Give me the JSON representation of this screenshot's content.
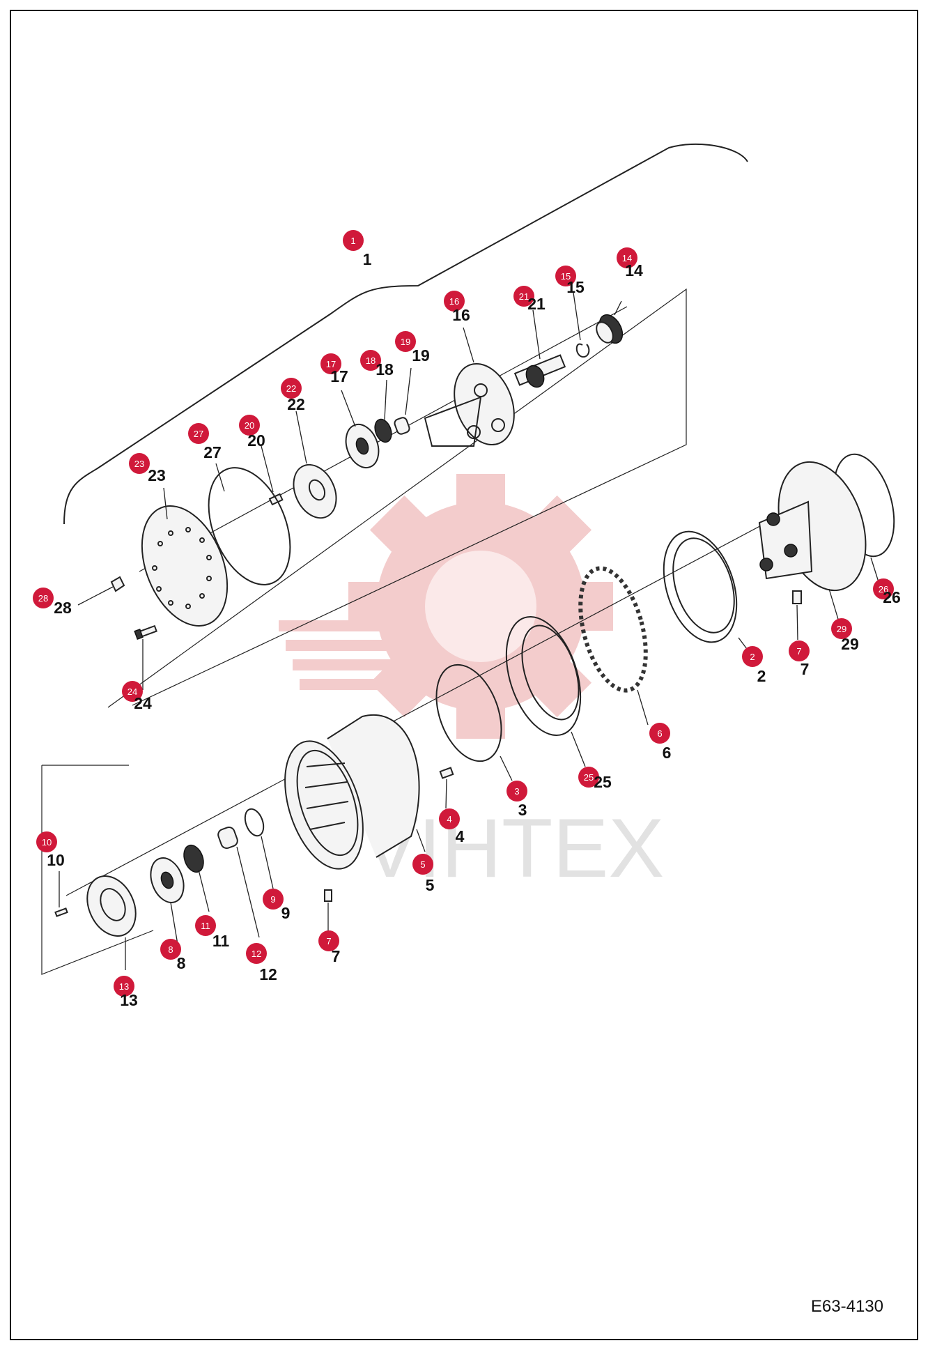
{
  "drawing": {
    "code": "E63-4130",
    "watermark": "VIHTEX",
    "accent_color": "#d0193a",
    "watermark_color": "#f2c4c4"
  },
  "callouts": [
    {
      "badge": "1",
      "label": "1"
    },
    {
      "badge": "14",
      "label": "14"
    },
    {
      "badge": "15",
      "label": "15"
    },
    {
      "badge": "21",
      "label": "21"
    },
    {
      "badge": "16",
      "label": "16"
    },
    {
      "badge": "19",
      "label": "19"
    },
    {
      "badge": "18",
      "label": "18"
    },
    {
      "badge": "17",
      "label": "17"
    },
    {
      "badge": "22",
      "label": "22"
    },
    {
      "badge": "20",
      "label": "20"
    },
    {
      "badge": "27",
      "label": "27"
    },
    {
      "badge": "23",
      "label": "23"
    },
    {
      "badge": "28",
      "label": "28"
    },
    {
      "badge": "24",
      "label": "24"
    },
    {
      "badge": "26",
      "label": "26"
    },
    {
      "badge": "29",
      "label": "29"
    },
    {
      "badge": "2",
      "label": "2"
    },
    {
      "badge": "7",
      "label": "7"
    },
    {
      "badge": "6",
      "label": "6"
    },
    {
      "badge": "25",
      "label": "25"
    },
    {
      "badge": "3",
      "label": "3"
    },
    {
      "badge": "4",
      "label": "4"
    },
    {
      "badge": "5",
      "label": "5"
    },
    {
      "badge": "10",
      "label": "10"
    },
    {
      "badge": "9",
      "label": "9"
    },
    {
      "badge": "11",
      "label": "11"
    },
    {
      "badge": "12",
      "label": "12"
    },
    {
      "badge": "8",
      "label": "8"
    },
    {
      "badge": "7",
      "label": "7"
    },
    {
      "badge": "13",
      "label": "13"
    }
  ]
}
